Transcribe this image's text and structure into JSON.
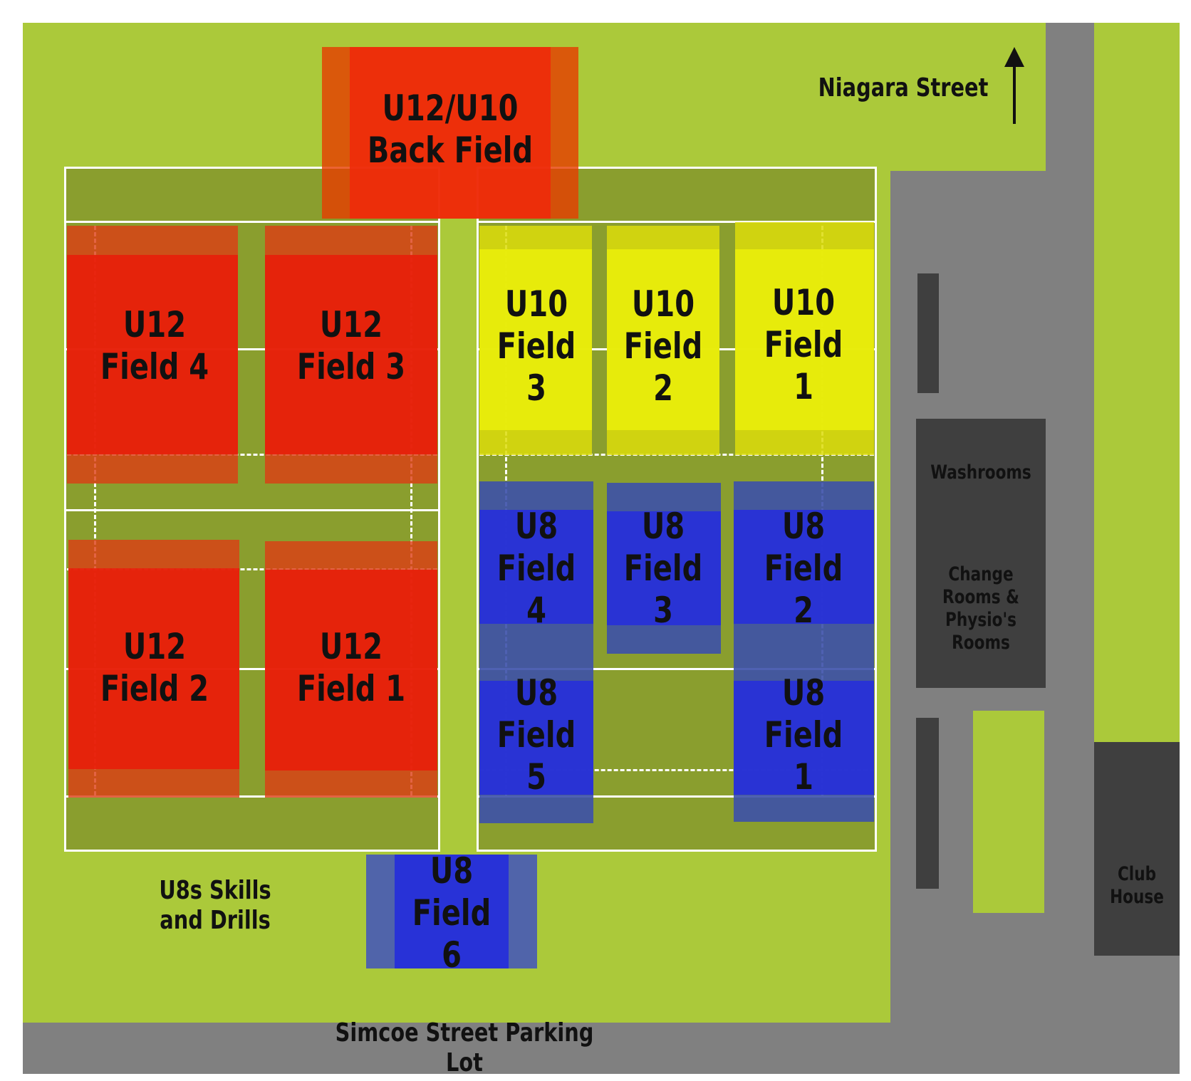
{
  "map": {
    "streets": {
      "niagara": "Niagara Street",
      "simcoe": "Simcoe Street Parking Lot"
    },
    "north_arrow_icon": "north-arrow-icon",
    "back_field": {
      "line1": "U12/U10",
      "line2": "Back Field"
    },
    "u12_fields": [
      {
        "line1": "U12",
        "line2": "Field 4"
      },
      {
        "line1": "U12",
        "line2": "Field 3"
      },
      {
        "line1": "U12",
        "line2": "Field 2"
      },
      {
        "line1": "U12",
        "line2": "Field 1"
      }
    ],
    "u10_fields": [
      {
        "line1": "U10",
        "line2": "Field 3"
      },
      {
        "line1": "U10",
        "line2": "Field 2"
      },
      {
        "line1": "U10",
        "line2": "Field 1"
      }
    ],
    "u8_fields": [
      {
        "line1": "U8",
        "line2": "Field 4"
      },
      {
        "line1": "U8",
        "line2": "Field 3"
      },
      {
        "line1": "U8",
        "line2": "Field 2"
      },
      {
        "line1": "U8",
        "line2": "Field 5"
      },
      {
        "line1": "U8",
        "line2": "Field 1"
      },
      {
        "line1": "U8",
        "line2": "Field 6"
      }
    ],
    "skills": {
      "line1": "U8s Skills",
      "line2": "and Drills"
    },
    "buildings": {
      "washrooms": "Washrooms",
      "change_rooms": [
        "Change",
        "Rooms &",
        "Physio's",
        "Rooms"
      ],
      "club_house": [
        "Club",
        "House"
      ]
    },
    "colors": {
      "grass": "#abc93a",
      "road": "#808080",
      "pitch": "#8a9e2e",
      "building": "#3f3f3f",
      "u12": "#e32a0c",
      "u10": "#e3e80c",
      "u8": "#2a35d8"
    }
  }
}
